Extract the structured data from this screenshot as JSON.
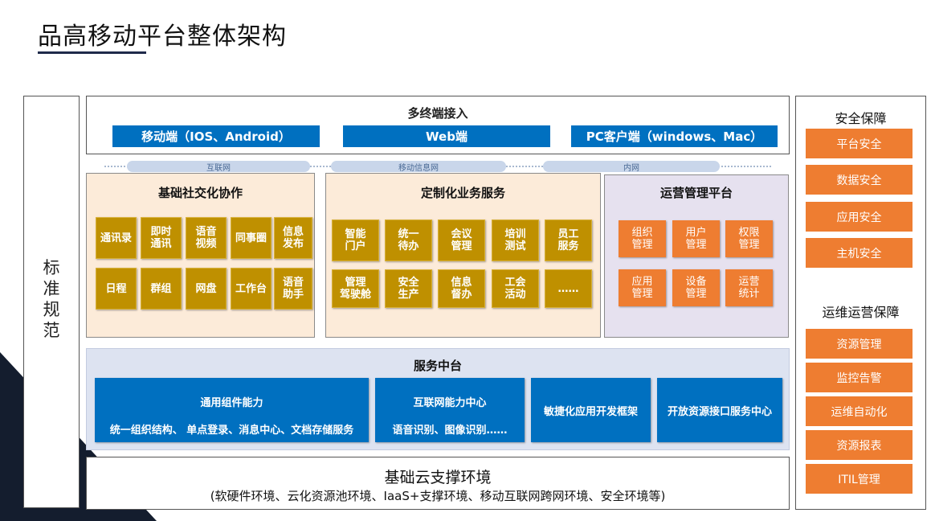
{
  "page": {
    "title": "品高移动平台整体架构"
  },
  "left_column": {
    "label": "标准规范"
  },
  "access": {
    "title": "多终端接入",
    "buttons": [
      "移动端（IOS、Android）",
      "Web端",
      "PC客户端（windows、Mac）"
    ],
    "networks": [
      "互联网",
      "移动信息网",
      "内网"
    ]
  },
  "social": {
    "title": "基础社交化协作",
    "row1": [
      "通讯录",
      "即时\n通讯",
      "语音\n视频",
      "同事圈",
      "信息\n发布"
    ],
    "row2": [
      "日程",
      "群组",
      "网盘",
      "工作台",
      "语音\n助手"
    ]
  },
  "business": {
    "title": "定制化业务服务",
    "row1": [
      "智能\n门户",
      "统一\n待办",
      "会议\n管理",
      "培训\n测试",
      "员工\n服务"
    ],
    "row2": [
      "管理\n驾驶舱",
      "安全\n生产",
      "信息\n督办",
      "工会\n活动",
      "……"
    ]
  },
  "operations": {
    "title": "运营管理平台",
    "row1": [
      "组织\n管理",
      "用户\n管理",
      "权限\n管理"
    ],
    "row2": [
      "应用\n管理",
      "设备\n管理",
      "运营\n统计"
    ]
  },
  "middle_platform": {
    "title": "服务中台",
    "general": {
      "title": "通用组件能力",
      "desc": "统一组织结构、 单点登录、消息中心、文档存储服务"
    },
    "internet": {
      "title": "互联网能力中心",
      "desc": "语音识别、图像识别……"
    },
    "agile": "敏捷化应用开发框架",
    "open_api": "开放资源接口服务中心"
  },
  "cloud": {
    "title": "基础云支撑环境",
    "subtitle": "(软硬件环境、云化资源池环境、IaaS+支撑环境、移动互联网跨网环境、安全环境等)"
  },
  "security": {
    "title": "安全保障",
    "items": [
      "平台安全",
      "数据安全",
      "应用安全",
      "主机安全"
    ]
  },
  "ops_guarantee": {
    "title": "运维运营保障",
    "items": [
      "资源管理",
      "监控告警",
      "运维自动化",
      "资源报表",
      "ITIL管理"
    ]
  },
  "colors": {
    "blue": "#0070c0",
    "orange": "#ee7d31",
    "gold": "#bf9000",
    "peach": "#fcebd9",
    "lavender": "#e6e1ef",
    "dark": "#141d2e"
  }
}
